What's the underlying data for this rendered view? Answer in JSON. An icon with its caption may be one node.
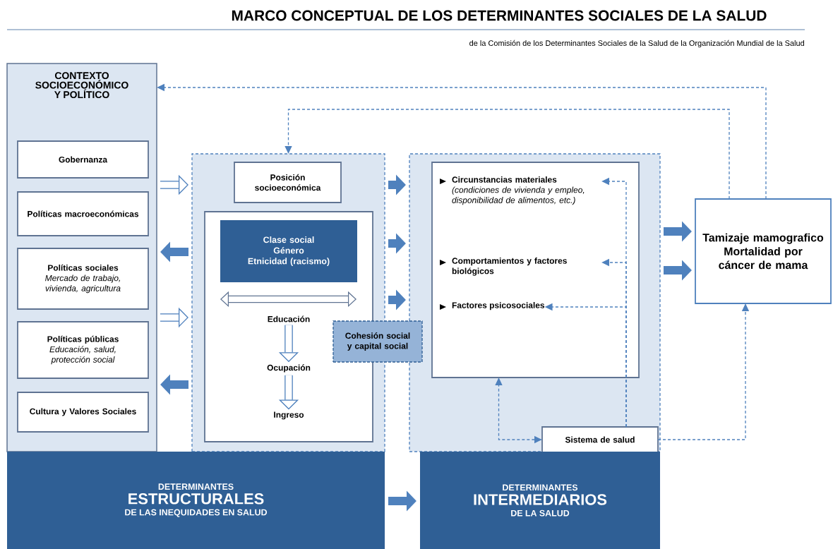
{
  "diagram": {
    "title": "MARCO CONCEPTUAL DE LOS DETERMINANTES SOCIALES DE LA SALUD",
    "nodes": [
      {
        "text": [
          "CONTEXTO SOCIOECONÓMICO Y POLÍTICO"
        ]
      },
      {
        "text": [
          "Gobernanza"
        ],
        "in": 0
      },
      {
        "text": [
          "Políticas macroeconómicas"
        ],
        "in": 0
      },
      {
        "text": [
          "Políticas sociales",
          "Mercado de trabajo, vivienda, agricultura"
        ],
        "in": 0
      },
      {
        "text": [
          "Políticas públicas",
          "Educación, salud, protección social"
        ],
        "in": 0
      },
      {
        "text": [
          "Cultura y Valores Sociales"
        ],
        "in": 0
      },
      {
        "text": [],
        "shape": "box"
      },
      {
        "text": [
          "Posición socioeconómica"
        ],
        "in": 6
      },
      {
        "text": [],
        "shape": "box",
        "in": 6
      },
      {
        "text": [
          "Clase social",
          "Género",
          "Etnicidad (racismo)"
        ],
        "in": 8
      },
      {
        "text": [
          "Educación"
        ],
        "in": 8
      },
      {
        "text": [
          "Ocupación"
        ],
        "in": 8
      },
      {
        "text": [
          "Ingreso"
        ],
        "in": 8
      },
      {
        "text": [
          "Cohesión social y capital social"
        ]
      },
      {
        "text": [],
        "shape": "box"
      },
      {
        "text": [],
        "shape": "box",
        "in": 14
      },
      {
        "text": [
          "Circunstancias materiales",
          "(condiciones de vivienda y empleo, disponibilidad de alimentos, etc.)"
        ],
        "in": 15
      },
      {
        "text": [
          "Comportamientos y factores biológicos"
        ],
        "in": 15
      },
      {
        "text": [
          "Factores psicosociales"
        ],
        "in": 15
      },
      {
        "text": [
          "Sistema de salud"
        ],
        "in": 14
      },
      {
        "text": [
          "Tamizaje mamografico",
          "Mortalidad por cáncer de mama"
        ]
      },
      {
        "text": [
          "DETERMINANTES",
          "ESTRUCTURALES",
          "DE LAS INEQUIDADES EN SALUD"
        ]
      },
      {
        "text": [
          "DETERMINANTES",
          "INTERMEDIARIOS",
          "DE LA SALUD"
        ]
      }
    ],
    "edges": [
      {
        "from": 0,
        "to": 6,
        "arrow": "to"
      },
      {
        "from": 6,
        "to": 0,
        "arrow": "to"
      },
      {
        "from": 0,
        "to": 6,
        "arrow": "to"
      },
      {
        "from": 6,
        "to": 0,
        "arrow": "to"
      },
      {
        "from": 6,
        "to": 14,
        "arrow": "to"
      },
      {
        "from": 6,
        "to": 14,
        "arrow": "to"
      },
      {
        "from": 6,
        "to": 14,
        "arrow": "to"
      },
      {
        "from": 10,
        "to": 11,
        "arrow": "to"
      },
      {
        "from": 11,
        "to": 12,
        "arrow": "to"
      },
      {
        "from": 14,
        "to": 20,
        "arrow": "to"
      },
      {
        "from": 14,
        "to": 20,
        "arrow": "to"
      },
      {
        "from": 21,
        "to": 22,
        "arrow": "to"
      },
      {
        "from": 20,
        "to": 0,
        "arrow": "to",
        "style": "dashed"
      },
      {
        "from": 20,
        "to": 6,
        "arrow": "to",
        "style": "dashed"
      },
      {
        "from": 19,
        "to": 20,
        "arrow": "to",
        "style": "dashed"
      },
      {
        "from": 19,
        "to": 15,
        "arrow": "both",
        "style": "dashed"
      },
      {
        "from": 19,
        "to": 16,
        "arrow": "to",
        "style": "dashed"
      },
      {
        "from": 19,
        "to": 17,
        "arrow": "to",
        "style": "dashed"
      },
      {
        "from": 19,
        "to": 18,
        "arrow": "to",
        "style": "dashed"
      }
    ],
    "labels": [
      "de la Comisión de los Determinantes Sociales de la Salud de la Organización Mundial de la Salud"
    ]
  }
}
